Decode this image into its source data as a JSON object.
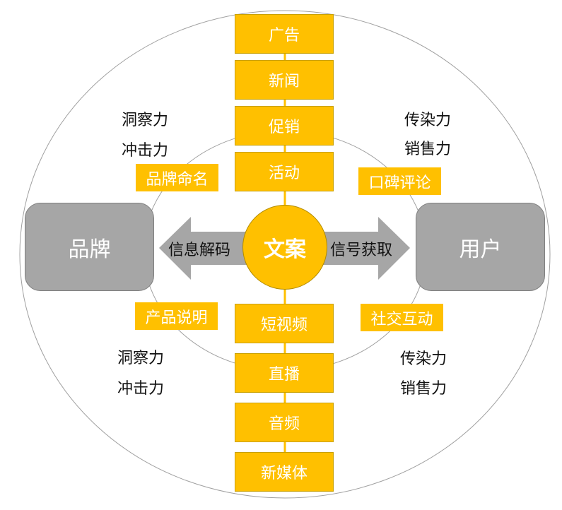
{
  "center": "文案",
  "top_channels": [
    "广告",
    "新闻",
    "促销",
    "活动"
  ],
  "bottom_channels": [
    "短视频",
    "直播",
    "音频",
    "新媒体"
  ],
  "left_node": "品牌",
  "right_node": "用户",
  "left_arrow": "信息解码",
  "right_arrow": "信号获取",
  "tags": {
    "top_left": "品牌命名",
    "top_right": "口碑评论",
    "bottom_left": "产品说明",
    "bottom_right": "社交互动"
  },
  "traits": {
    "top_left": [
      "洞察力",
      "冲击力"
    ],
    "top_right": [
      "传染力",
      "销售力"
    ],
    "bottom_left": [
      "洞察力",
      "冲击力"
    ],
    "bottom_right": [
      "传染力",
      "销售力"
    ]
  },
  "colors": {
    "accent": "#FFC000",
    "gray": "#A6A6A6"
  }
}
